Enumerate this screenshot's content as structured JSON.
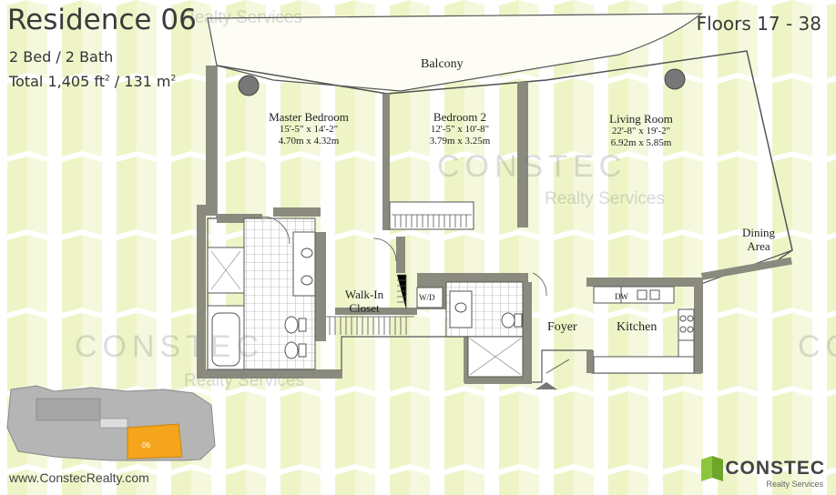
{
  "header": {
    "title": "Residence 06",
    "floors": "Floors 17 - 38",
    "beds_baths": "2 Bed / 2 Bath",
    "total_prefix": "Total 1,405 ft",
    "total_mid": " / 131 m",
    "sup": "2"
  },
  "rooms": {
    "balcony": "Balcony",
    "master_name": "Master Bedroom",
    "master_dim_ft": "15'-5\" x 14'-2\"",
    "master_dim_m": "4.70m x 4.32m",
    "bed2_name": "Bedroom 2",
    "bed2_dim_ft": "12'-5\" x 10'-8\"",
    "bed2_dim_m": "3.79m x 3.25m",
    "living_name": "Living Room",
    "living_dim_ft": "22'-8\" x 19'-2\"",
    "living_dim_m": "6.92m x 5.85m",
    "dining_line1": "Dining",
    "dining_line2": "Area",
    "walkin_line1": "Walk-In",
    "walkin_line2": "Closet",
    "wd": "W/D",
    "dw": "DW",
    "foyer": "Foyer",
    "kitchen": "Kitchen"
  },
  "watermark": {
    "brand": "CONSTEC",
    "sub": "Realty Services"
  },
  "keyplan": {
    "unit_label": "06"
  },
  "footer": {
    "url": "www.ConstecRealty.com",
    "logo_brand": "CONSTEC",
    "logo_sub": "Realty Services"
  },
  "colors": {
    "accent_green": "#e8f0b0",
    "logo_green": "#8cc63f",
    "unit_highlight": "#f4a51c",
    "keyplan_gray": "#b5b5b5"
  }
}
